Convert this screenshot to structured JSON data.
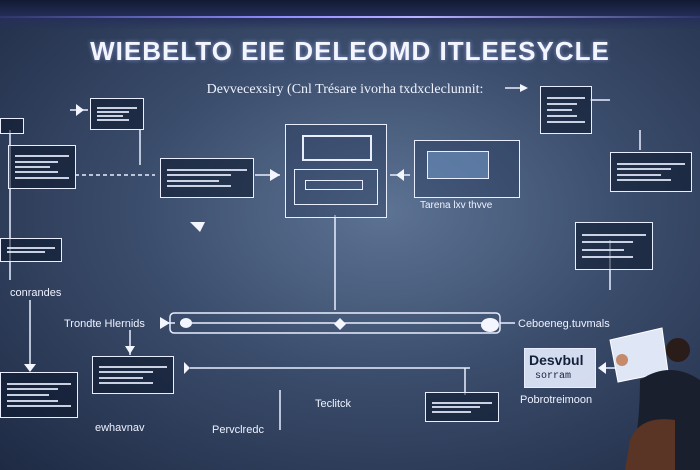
{
  "title": "WIEBELTO EIE DELEOMD ITLEESYCLE",
  "subtitle": "Devvecexsiry (Cnl Trésare ivorha txdxcleclunnit:",
  "labels": {
    "left_mid": "conrandes",
    "left_flow": "Trondte Hlernids",
    "right_flow": "Ceboeneg.tuvmals",
    "center_bottom": "Teclitck",
    "bottom_left": "ewhavnav",
    "bottom_left2": "Pervclredc",
    "right_bottom": "Pobrotreimoon",
    "badge_title": "Desvbul",
    "badge_sub": "sorram",
    "screen_caption": "Tarena lxv thvve"
  },
  "colors": {
    "accent": "#8f8cff",
    "line": "#e8eeff",
    "background": "#3b4d6c"
  }
}
